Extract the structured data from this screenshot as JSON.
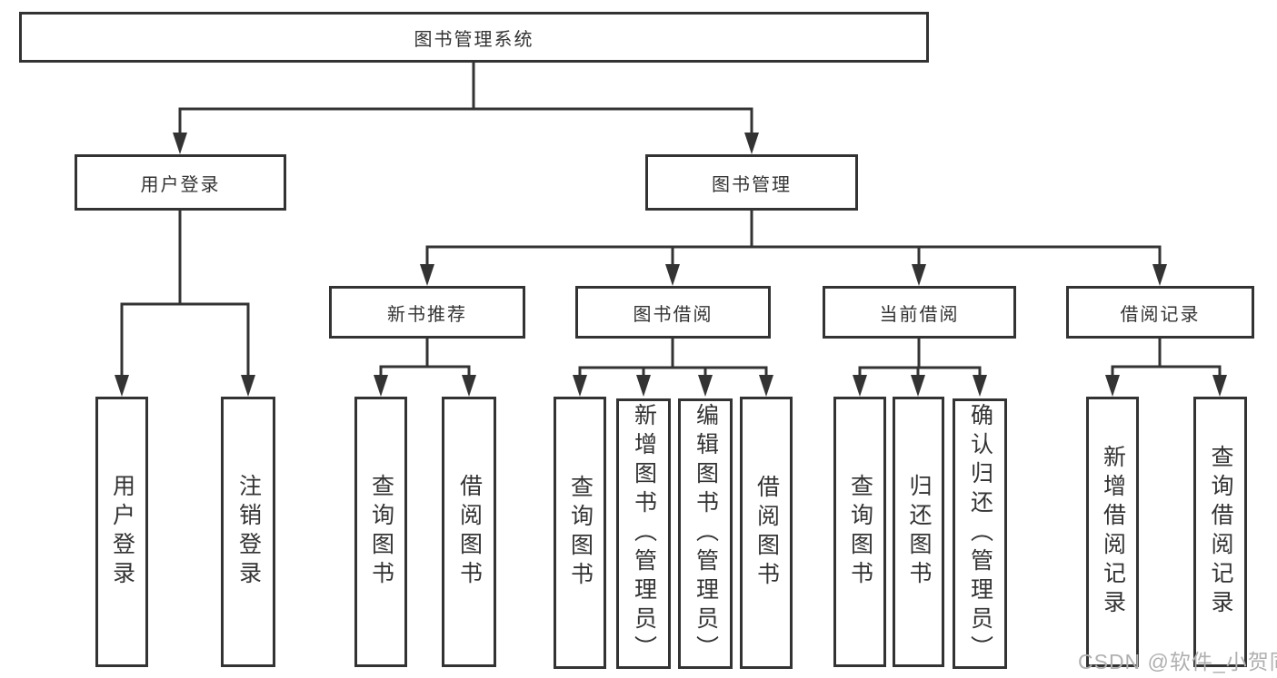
{
  "tree": {
    "label": "图书管理系统",
    "children": [
      {
        "label": "用户登录",
        "children": [
          {
            "label": "用户登录"
          },
          {
            "label": "注销登录"
          }
        ]
      },
      {
        "label": "图书管理",
        "children": [
          {
            "label": "新书推荐",
            "children": [
              {
                "label": "查询图书"
              },
              {
                "label": "借阅图书"
              }
            ]
          },
          {
            "label": "图书借阅",
            "children": [
              {
                "label": "查询图书"
              },
              {
                "label": "新增图书（管理员）"
              },
              {
                "label": "编辑图书（管理员）"
              },
              {
                "label": "借阅图书"
              }
            ]
          },
          {
            "label": "当前借阅",
            "children": [
              {
                "label": "查询图书"
              },
              {
                "label": "归还图书"
              },
              {
                "label": "确认归还（管理员）"
              }
            ]
          },
          {
            "label": "借阅记录",
            "children": [
              {
                "label": "新增借阅记录"
              },
              {
                "label": "查询借阅记录"
              }
            ]
          }
        ]
      }
    ]
  },
  "watermark": {
    "text": "CSDN @软件_小贺同学"
  },
  "colors": {
    "line": "#333333",
    "text": "#333333",
    "watermark": "#b0b0b0",
    "background": "#ffffff"
  }
}
